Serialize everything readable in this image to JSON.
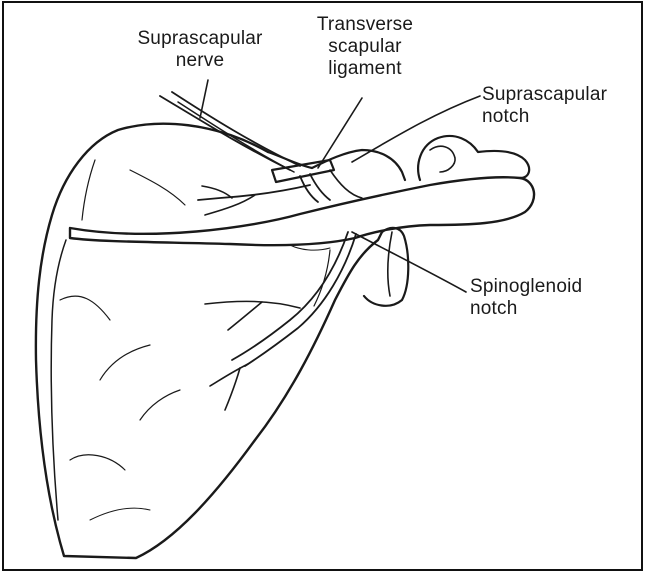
{
  "figure": {
    "labels": {
      "suprascapular_nerve": [
        "Suprascapular",
        "nerve"
      ],
      "transverse_scapular_ligament": [
        "Transverse",
        "scapular",
        "ligament"
      ],
      "suprascapular_notch": [
        "Suprascapular",
        "notch"
      ],
      "spinoglenoid_notch": [
        "Spinoglenoid",
        "notch"
      ]
    }
  },
  "colors": {
    "ink": "#1a1a1a",
    "background": "#ffffff",
    "border": "#111111"
  }
}
